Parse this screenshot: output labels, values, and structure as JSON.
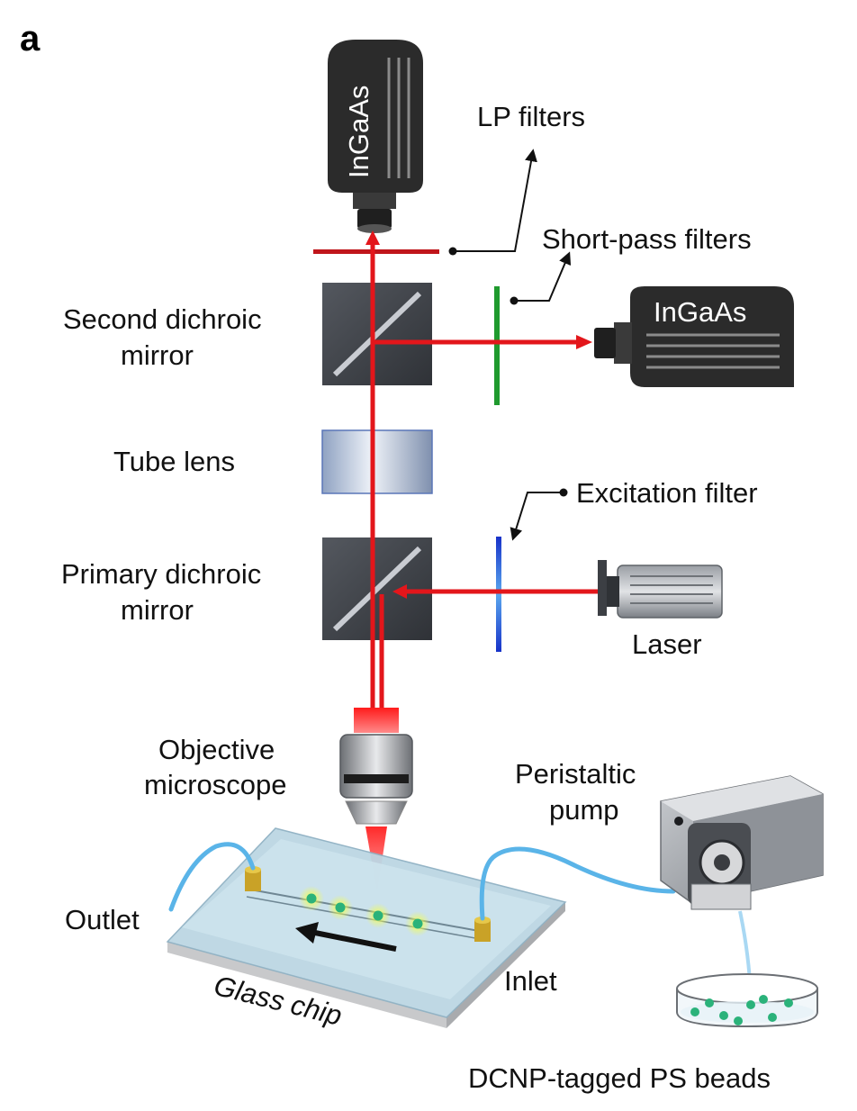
{
  "figure": {
    "panel_letter": "a"
  },
  "labels": {
    "lp_filters": "LP filters",
    "short_pass_filters": "Short-pass filters",
    "second_dichroic_line1": "Second dichroic",
    "second_dichroic_line2": "mirror",
    "tube_lens": "Tube lens",
    "excitation_filter": "Excitation filter",
    "primary_dichroic_line1": "Primary dichroic",
    "primary_dichroic_line2": "mirror",
    "laser": "Laser",
    "objective_line1": "Objective",
    "objective_line2": "microscope",
    "peristaltic_line1": "Peristaltic",
    "peristaltic_line2": "pump",
    "outlet": "Outlet",
    "inlet": "Inlet",
    "glass_chip": "Glass chip",
    "beads": "DCNP-tagged PS beads"
  },
  "cameras": {
    "top_camera_label": "InGaAs",
    "side_camera_label": "InGaAs"
  },
  "colors": {
    "beam": "#e3161b",
    "lp_filter": "#c0151b",
    "short_pass_filter": "#1f9a2e",
    "excitation_filter": "#1a3fd0",
    "camera_body": "#2b2b2b",
    "cube": "#3a3d42",
    "chip": "#bcd6e3",
    "tubing": "#5ab4e8",
    "beads": "#2bb27a",
    "bead_glow": "#e6f24a"
  }
}
